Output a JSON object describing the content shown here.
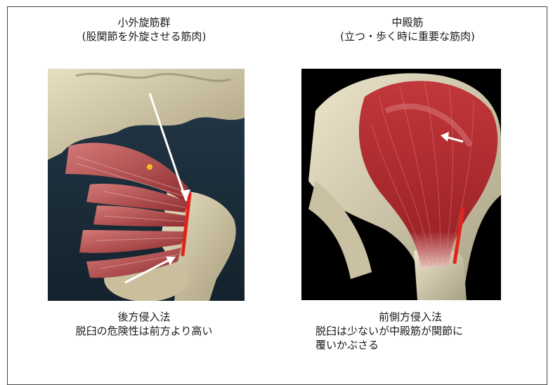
{
  "left": {
    "title_line1": "小外旋筋群",
    "title_line2": "(股関節を外旋させる筋肉)",
    "desc_line1": "後方侵入法",
    "desc_line2": "脱臼の危険性は前方より高い"
  },
  "right": {
    "title_line1": "中殿筋",
    "title_line2": "(立つ・歩く時に重要な筋肉)",
    "desc_line1": "前側方侵入法",
    "desc_line2": "脱臼は少ないが中殿筋が関節に",
    "desc_line3": "覆いかぶさる"
  },
  "colors": {
    "incision": "#e2231a",
    "arrow": "#ffffff",
    "muscle": "#b3262a",
    "bone": "#d9cfae",
    "bg_left": "#1b2e3a",
    "bg_right": "#000000"
  }
}
